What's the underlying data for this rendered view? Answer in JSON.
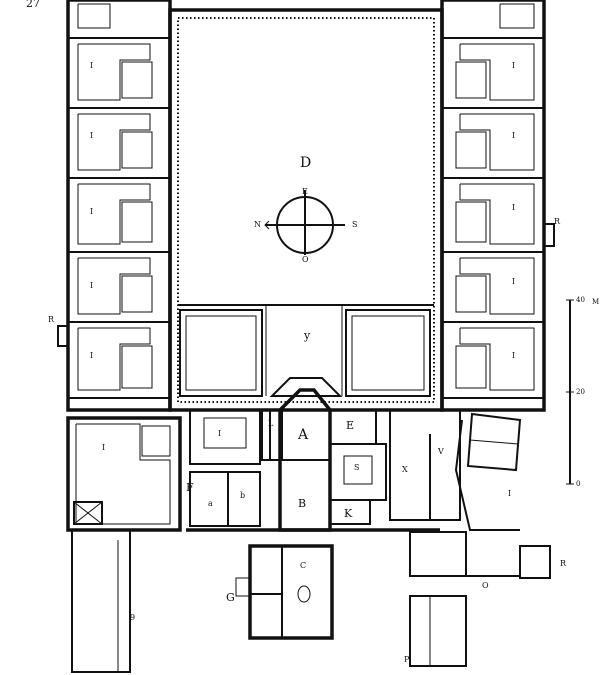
{
  "plate_number": "27",
  "labels": {
    "courtyard": "D",
    "shrine": "y",
    "hall_a": "A",
    "hall_b": "B",
    "room_e": "E",
    "room_f": "F",
    "room_g": "G",
    "room_k": "K",
    "room_l": "L",
    "room_s": "S",
    "room_x": "X",
    "room_v": "V",
    "room_o": "O",
    "room_p": "P",
    "room_c": "C",
    "room_a_small": "a",
    "room_b_small": "b",
    "room_9": "9",
    "tower_r_east": "R",
    "tower_r_west": "R",
    "tower_r_south": "R",
    "cell_mark": "I"
  },
  "compass": {
    "north": "N",
    "south": "S",
    "east": "E",
    "west": "O"
  },
  "scale": {
    "unit": "M",
    "ticks": [
      "40",
      "20",
      "0"
    ]
  }
}
